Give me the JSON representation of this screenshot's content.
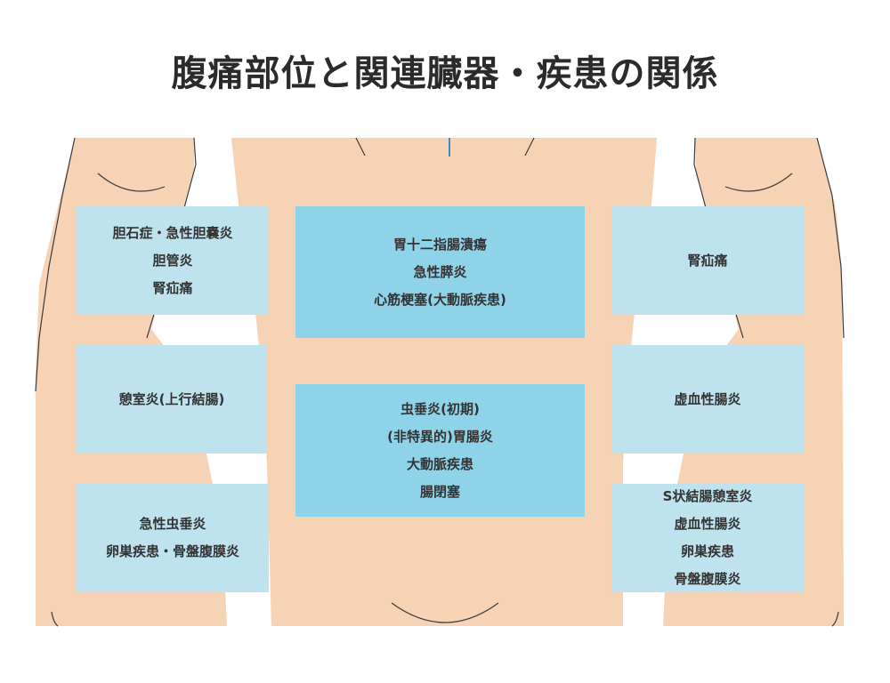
{
  "title": "腹痛部位と関連臓器・疾患の関係",
  "colors": {
    "skin": "#f7d3b5",
    "outline": "#3a3a3a",
    "side_box": "#bfe3ee",
    "center_box": "#8fd3e8",
    "midline": "#3a8fbf"
  },
  "regions": [
    {
      "id": "right-upper",
      "lines": [
        "胆石症・急性胆嚢炎",
        "胆管炎",
        "腎疝痛"
      ]
    },
    {
      "id": "epigastric",
      "lines": [
        "胃十二指腸潰瘍",
        "急性膵炎",
        "心筋梗塞(大動脈疾患)"
      ]
    },
    {
      "id": "left-upper",
      "lines": [
        "腎疝痛"
      ]
    },
    {
      "id": "right-middle",
      "lines": [
        "憩室炎(上行結腸)"
      ]
    },
    {
      "id": "periumbilical",
      "lines": [
        "虫垂炎(初期)",
        "(非特異的)胃腸炎",
        "大動脈疾患",
        "腸閉塞"
      ]
    },
    {
      "id": "left-middle",
      "lines": [
        "虚血性腸炎"
      ]
    },
    {
      "id": "right-lower",
      "lines": [
        "急性虫垂炎",
        "卵巣疾患・骨盤腹膜炎"
      ]
    },
    {
      "id": "left-lower",
      "lines": [
        "S状結腸憩室炎",
        "虚血性腸炎",
        "卵巣疾患",
        "骨盤腹膜炎"
      ]
    }
  ]
}
